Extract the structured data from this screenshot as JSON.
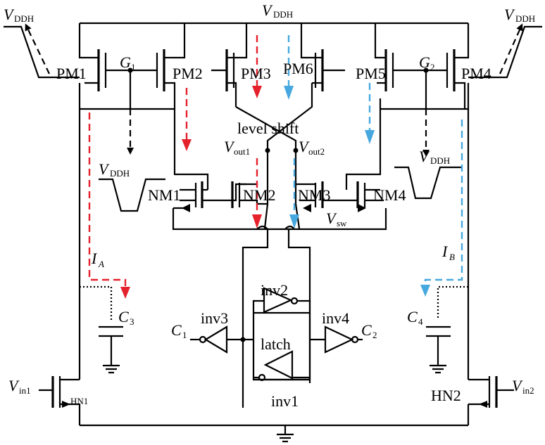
{
  "labels": {
    "vddh_top": "V",
    "vddh_top_sub": "DDH",
    "vddh_left": "V",
    "vddh_left_sub": "DDH",
    "vddh_right": "V",
    "vddh_right_sub": "DDH",
    "vddh_pulse_left": "V",
    "vddh_pulse_left_sub": "DDH",
    "vddh_pulse_right": "V",
    "vddh_pulse_right_sub": "DDH",
    "pm1": "PM1",
    "pm2": "PM2",
    "pm3": "PM3",
    "pm6": "PM6",
    "pm5": "PM5",
    "pm4": "PM4",
    "g1": "G",
    "g1_sub": "1",
    "g2": "G",
    "g2_sub": "2",
    "level_shift": "level shift",
    "vout1": "V",
    "vout1_sub": "out1",
    "vout2": "V",
    "vout2_sub": "out2",
    "nm1": "NM1",
    "nm2": "NM2",
    "nm3": "NM3",
    "nm4": "NM4",
    "vsw": "V",
    "vsw_sub": "sw",
    "ia": "I",
    "ia_sub": "A",
    "ib": "I",
    "ib_sub": "B",
    "c3": "C",
    "c3_sub": "3",
    "c4": "C",
    "c4_sub": "4",
    "inv2": "inv2",
    "inv3": "inv3",
    "inv4": "inv4",
    "inv1": "inv1",
    "latch": "latch",
    "c1": "C",
    "c1_sub": "1",
    "c2": "C",
    "c2_sub": "2",
    "vin1": "V",
    "vin1_sub": "in1",
    "vin2": "V",
    "vin2_sub": "in2",
    "hn1": "HN1",
    "hn2": "HN2"
  },
  "colors": {
    "path_a": "#e5212b",
    "path_b": "#47a8df",
    "wire": "#000000"
  }
}
